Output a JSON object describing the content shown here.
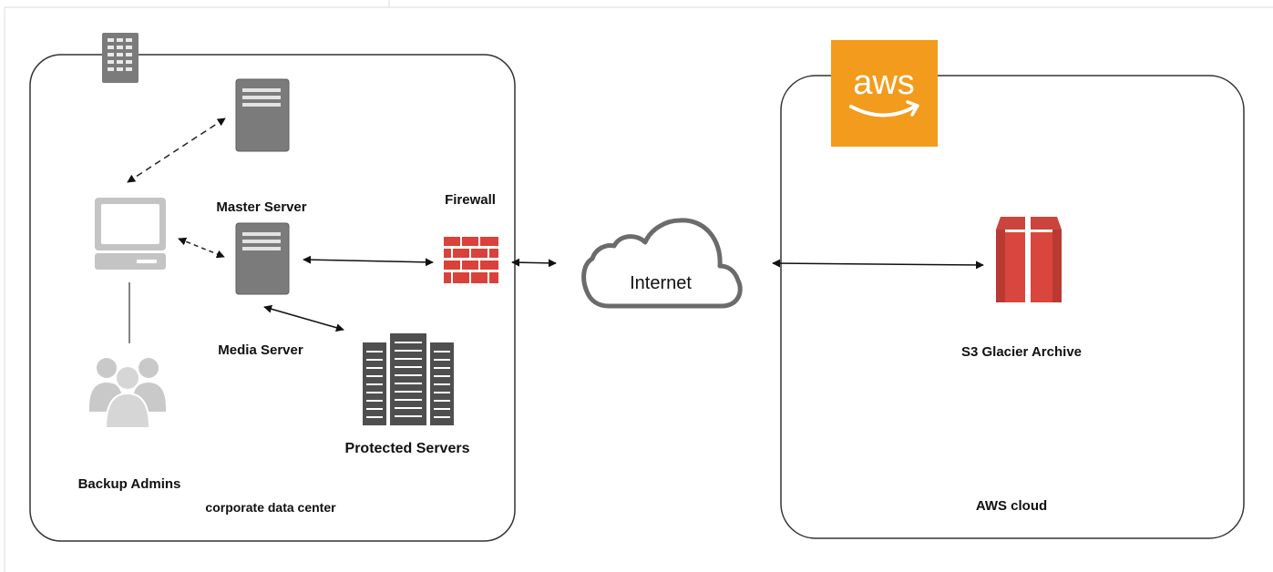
{
  "labels": {
    "master_server": "Master Server",
    "media_server": "Media Server",
    "firewall": "Firewall",
    "protected_servers": "Protected Servers",
    "backup_admins": "Backup Admins",
    "corporate_data_center": "corporate data center",
    "internet": "Internet",
    "aws_logo_text": "aws",
    "s3_glacier_archive": "S3 Glacier Archive",
    "aws_cloud": "AWS cloud"
  },
  "icons": {
    "building": "building-icon",
    "master_server": "server-icon",
    "media_server": "server-icon",
    "admin_workstation": "desktop-computer-icon",
    "backup_admins": "users-group-icon",
    "firewall": "firewall-icon",
    "protected_servers": "server-rack-icon",
    "internet": "cloud-icon",
    "aws_logo": "aws-logo",
    "glacier": "s3-glacier-archive-icon"
  },
  "colors": {
    "server_gray": "#7b7b7b",
    "firewall_red": "#d9423a",
    "aws_orange": "#f29b1d",
    "glacier_red": "#d9463e",
    "cloud_outline": "#6b6b6b",
    "container_stroke": "#333333"
  }
}
